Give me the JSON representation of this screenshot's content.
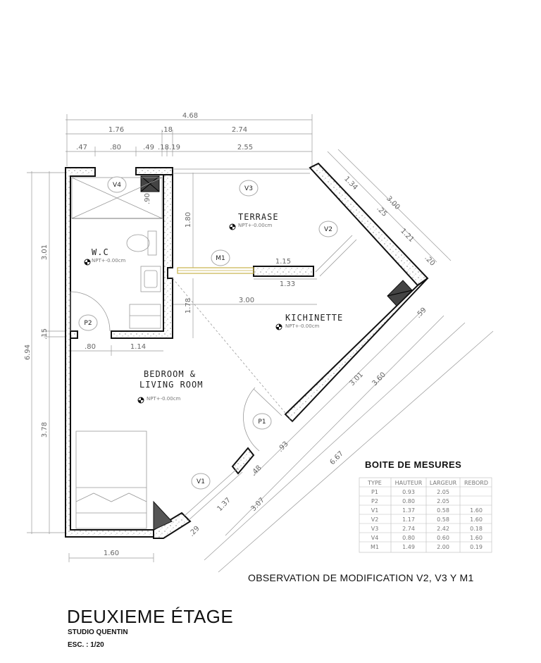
{
  "drawing": {
    "title": "DEUXIEME ÉTAGE",
    "subtitle": "STUDIO QUENTIN",
    "scale": "ESC. : 1/20",
    "observation": "OBSERVATION DE MODIFICATION V2, V3 Y M1"
  },
  "rooms": {
    "terrase": "TERRASE",
    "wc": "W.C",
    "kichinette": "KICHINETTE",
    "bedroom_line1": "BEDROOM &",
    "bedroom_line2": "LIVING ROOM",
    "level": "NPT+-0.00cm"
  },
  "tags": {
    "v1": "V1",
    "v2": "V2",
    "v3": "V3",
    "v4": "V4",
    "m1": "M1",
    "p1": "P1",
    "p2": "P2"
  },
  "dimensions": {
    "top_total": "4.68",
    "top_a": "1.76",
    "top_b": ".18",
    "top_c": "2.74",
    "top_d": ".47",
    "top_e": ".80",
    "top_f": ".49",
    "top_g": ".18",
    "top_h": ".19",
    "top_i": "2.55",
    "left_total": "6.94",
    "left_a": "3.01",
    "left_b": ".15",
    "left_c": "3.78",
    "inner_180": "1.80",
    "inner_178": "1.78",
    "inner_115": "1.15",
    "inner_133": "1.33",
    "inner_300": "3.00",
    "inner_080": ".80",
    "inner_114": "1.14",
    "bottom_160": "1.60",
    "diag_134": "1.34",
    "diag_300": "3.00",
    "diag_025": ".25",
    "diag_121": "1.21",
    "diag_020": ".20",
    "diag_059": ".59",
    "diag_301": "3.01",
    "diag_360": "3.60",
    "diag_093": ".93",
    "diag_667": "6.67",
    "diag_048": ".48",
    "diag_307": "3.07",
    "diag_137": "1.37",
    "diag_029": ".29",
    "inner_090": ".90"
  },
  "measures_box": {
    "title": "BOITE DE MESURES",
    "headers": [
      "TYPE",
      "HAUTEUR",
      "LARGEUR",
      "REBORD"
    ],
    "rows": [
      [
        "P1",
        "0.93",
        "2.05",
        ""
      ],
      [
        "P2",
        "0.80",
        "2.05",
        ""
      ],
      [
        "V1",
        "1.37",
        "0.58",
        "1.60"
      ],
      [
        "V2",
        "1.17",
        "0.58",
        "1.60"
      ],
      [
        "V3",
        "2.74",
        "2.42",
        "0.18"
      ],
      [
        "V4",
        "0.80",
        "0.60",
        "1.60"
      ],
      [
        "M1",
        "1.49",
        "2.00",
        "0.19"
      ]
    ]
  }
}
